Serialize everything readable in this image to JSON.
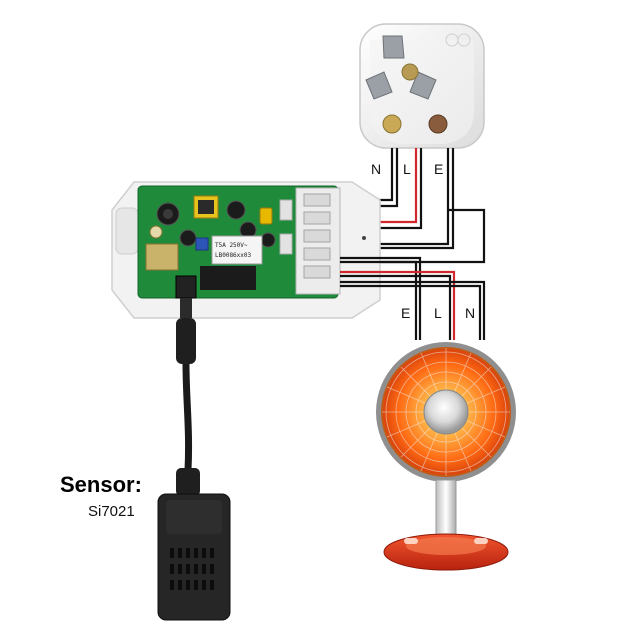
{
  "plug": {
    "wire_labels": [
      "N",
      "L",
      "E"
    ]
  },
  "heater": {
    "wire_labels": [
      "E",
      "L",
      "N"
    ]
  },
  "sensor": {
    "title": "Sensor:",
    "model": "Si7021"
  },
  "board": {
    "relay_text": [
      "T5A 250V~",
      "LB0086xx03"
    ]
  },
  "colors": {
    "neutral_wire": "#111111",
    "live_wire": "#d0282c",
    "earth_wire": "#111111",
    "pcb": "#1e8a3a",
    "heater_glow": "#ff7a1a",
    "heater_base": "#e23a1e"
  }
}
